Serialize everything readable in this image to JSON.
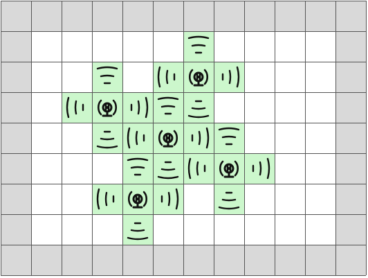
{
  "board": {
    "rows": 9,
    "cols": 12,
    "colors": {
      "border": "#d9d9d9",
      "empty": "#ffffff",
      "coverage": "#ccf7cc",
      "grid_line": "#555555",
      "symbol": "#111111"
    }
  },
  "towers": [
    {
      "row": 2,
      "col": 6,
      "icon": "antenna-tower-icon"
    },
    {
      "row": 3,
      "col": 3,
      "icon": "antenna-tower-icon"
    },
    {
      "row": 4,
      "col": 5,
      "icon": "antenna-tower-icon"
    },
    {
      "row": 5,
      "col": 7,
      "icon": "antenna-tower-icon"
    },
    {
      "row": 6,
      "col": 4,
      "icon": "antenna-tower-icon"
    }
  ],
  "signals": [
    {
      "row": 1,
      "col": 6,
      "dir": "up"
    },
    {
      "row": 3,
      "col": 6,
      "dir": "down"
    },
    {
      "row": 2,
      "col": 5,
      "dir": "left"
    },
    {
      "row": 2,
      "col": 7,
      "dir": "right"
    },
    {
      "row": 2,
      "col": 3,
      "dir": "up"
    },
    {
      "row": 4,
      "col": 3,
      "dir": "down"
    },
    {
      "row": 3,
      "col": 2,
      "dir": "left"
    },
    {
      "row": 3,
      "col": 4,
      "dir": "right"
    },
    {
      "row": 3,
      "col": 5,
      "dir": "up"
    },
    {
      "row": 5,
      "col": 5,
      "dir": "down"
    },
    {
      "row": 4,
      "col": 4,
      "dir": "left"
    },
    {
      "row": 4,
      "col": 6,
      "dir": "right"
    },
    {
      "row": 4,
      "col": 7,
      "dir": "up"
    },
    {
      "row": 6,
      "col": 7,
      "dir": "down"
    },
    {
      "row": 5,
      "col": 6,
      "dir": "left"
    },
    {
      "row": 5,
      "col": 8,
      "dir": "right"
    },
    {
      "row": 5,
      "col": 4,
      "dir": "up"
    },
    {
      "row": 7,
      "col": 4,
      "dir": "down"
    },
    {
      "row": 6,
      "col": 3,
      "dir": "left"
    },
    {
      "row": 6,
      "col": 5,
      "dir": "right"
    }
  ]
}
